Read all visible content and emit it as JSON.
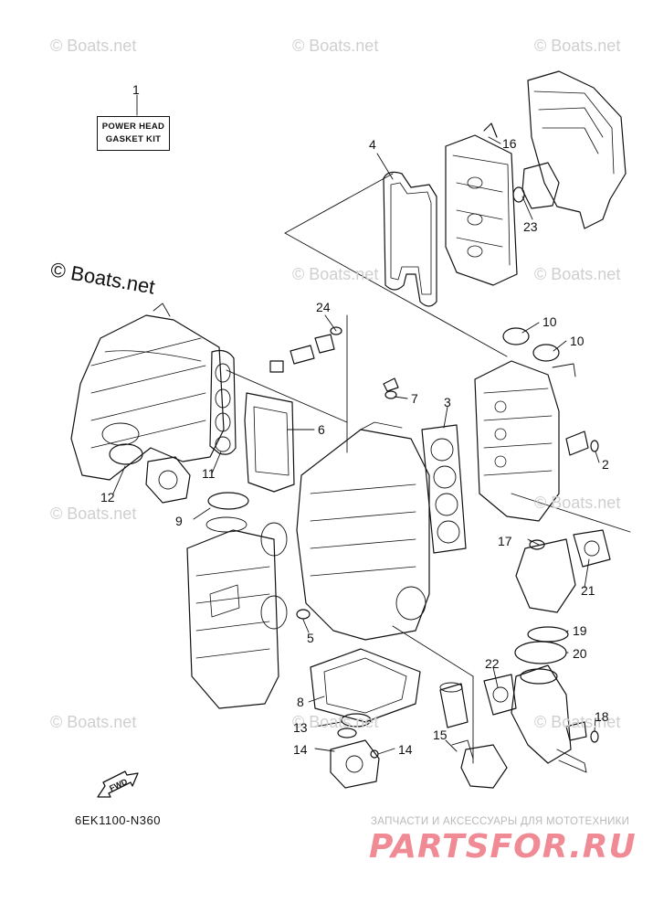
{
  "watermarks": [
    "© Boats.net"
  ],
  "kit_label": {
    "line1": "POWER HEAD",
    "line2": "GASKET KIT"
  },
  "part_numbers": [
    "1",
    "2",
    "3",
    "4",
    "5",
    "6",
    "7",
    "8",
    "9",
    "10",
    "11",
    "12",
    "13",
    "14",
    "15",
    "16",
    "17",
    "18",
    "19",
    "20",
    "21",
    "22",
    "23",
    "24"
  ],
  "fwd_label": "FWD",
  "diagram_code": "6EK1100-N360",
  "shop_tagline": "ЗАПЧАСТИ И АКСЕССУАРЫ ДЛЯ МОТОТЕХНИКИ",
  "shop_logo": "PARTSFOR.RU",
  "colors": {
    "line": "#111111",
    "watermark": "#cfcfcf",
    "logo": "#f08a95"
  }
}
